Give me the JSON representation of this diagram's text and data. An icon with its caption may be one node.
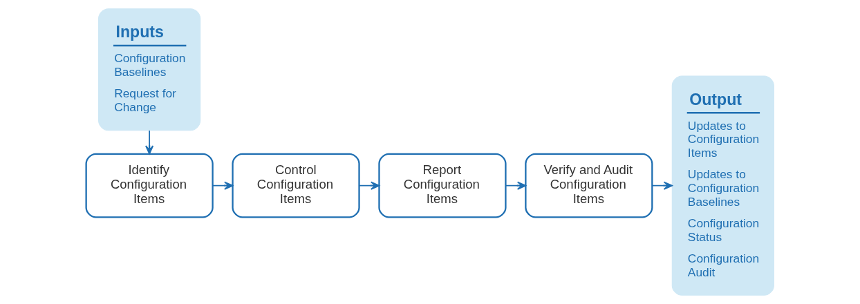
{
  "diagram": {
    "nodes": [
      {
        "text": [
          "Inputs",
          "Configuration Baselines",
          "Request for Change"
        ]
      },
      {
        "text": [
          "Identify Configuration Items"
        ]
      },
      {
        "text": [
          "Control Configuration Items"
        ]
      },
      {
        "text": [
          "Report Configuration Items"
        ]
      },
      {
        "text": [
          "Verify and Audit Configuration Items"
        ]
      },
      {
        "text": [
          "Output",
          "Updates to Configuration Items",
          "Updates to Configuration Baselines",
          "Configuration Status",
          "Configuration Audit"
        ]
      }
    ],
    "edges": [
      {
        "from": 0,
        "to": 1,
        "arrow": "to"
      },
      {
        "from": 1,
        "to": 2,
        "arrow": "to"
      },
      {
        "from": 2,
        "to": 3,
        "arrow": "to"
      },
      {
        "from": 3,
        "to": 4,
        "arrow": "to"
      },
      {
        "from": 4,
        "to": 5,
        "arrow": "to"
      }
    ]
  }
}
